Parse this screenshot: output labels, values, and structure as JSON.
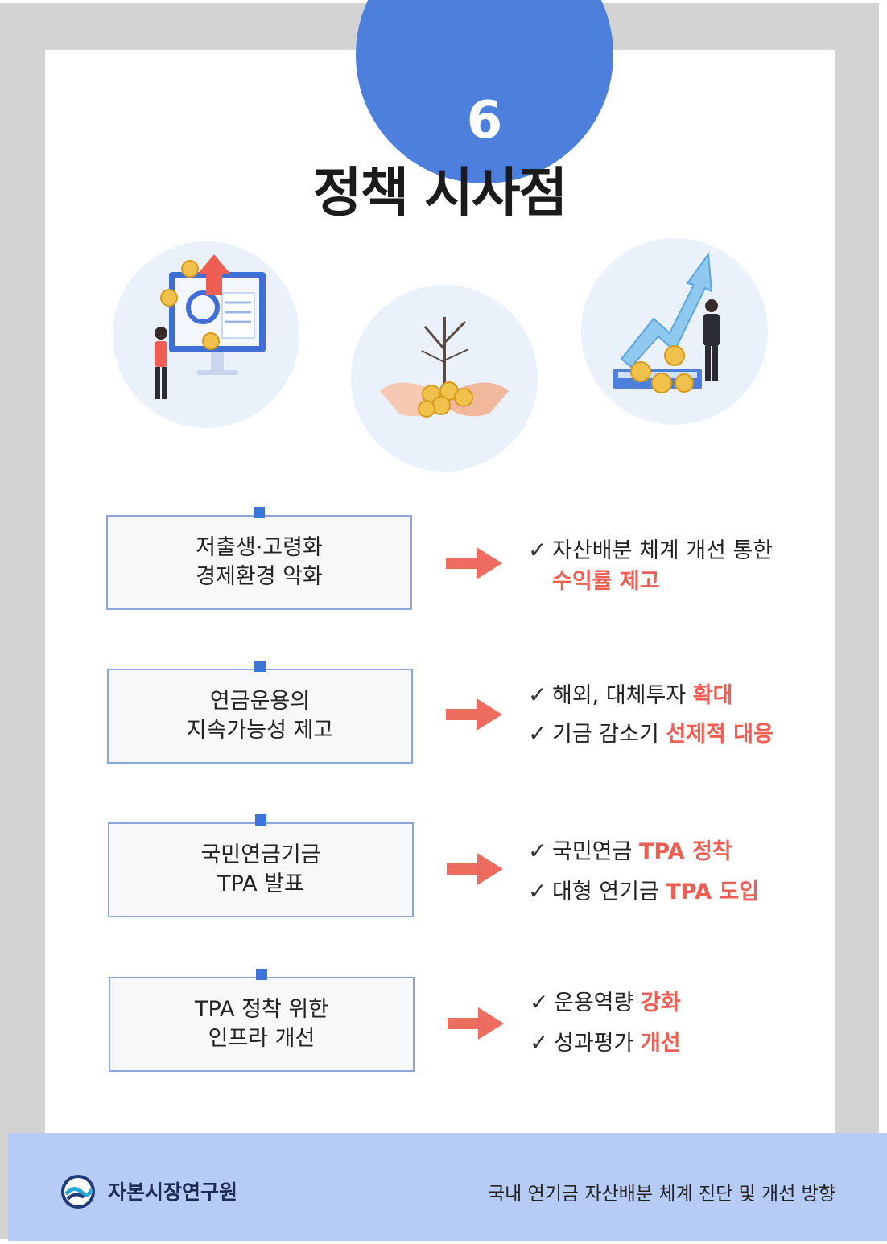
{
  "badge": {
    "number": "6"
  },
  "title": "정책 시사점",
  "illustrations": [
    {
      "icon": "pension-investor-monitor-illustration"
    },
    {
      "icon": "hands-growing-tree-illustration"
    },
    {
      "icon": "businessman-rising-arrow-illustration"
    }
  ],
  "rows": [
    {
      "issue": [
        "저출생·고령화",
        "경제환경 악화"
      ],
      "results": [
        [
          {
            "t": "자산배분 체계 개선 통한",
            "hl": false
          }
        ],
        [
          {
            "t": "수익률 제고",
            "hl": true
          }
        ]
      ]
    },
    {
      "issue": [
        "연금운용의",
        "지속가능성 제고"
      ],
      "results": [
        [
          {
            "t": "해외, 대체투자 ",
            "hl": false
          },
          {
            "t": "확대",
            "hl": true
          }
        ],
        [
          {
            "t": "기금 감소기 ",
            "hl": false
          },
          {
            "t": "선제적 대응",
            "hl": true
          }
        ]
      ]
    },
    {
      "issue": [
        "국민연금기금",
        "TPA 발표"
      ],
      "results": [
        [
          {
            "t": "국민연금 ",
            "hl": false
          },
          {
            "t": "TPA 정착",
            "hl": true
          }
        ],
        [
          {
            "t": "대형 연기금 ",
            "hl": false
          },
          {
            "t": "TPA 도입",
            "hl": true
          }
        ]
      ]
    },
    {
      "issue": [
        "TPA 정착 위한",
        "인프라 개선"
      ],
      "results": [
        [
          {
            "t": "운용역량 ",
            "hl": false
          },
          {
            "t": "강화",
            "hl": true
          }
        ],
        [
          {
            "t": "성과평가 ",
            "hl": false
          },
          {
            "t": "개선",
            "hl": true
          }
        ]
      ]
    }
  ],
  "footer": {
    "org": "자본시장연구원",
    "report_title": "국내 연기금 자산배분 체계 진단 및 개선 방향"
  },
  "colors": {
    "badge": "#4d80dd",
    "highlight": "#ee5e52",
    "arrow": "#ee6b5f",
    "footer": "#b7cbf7",
    "frame": "#d3d3d3"
  }
}
